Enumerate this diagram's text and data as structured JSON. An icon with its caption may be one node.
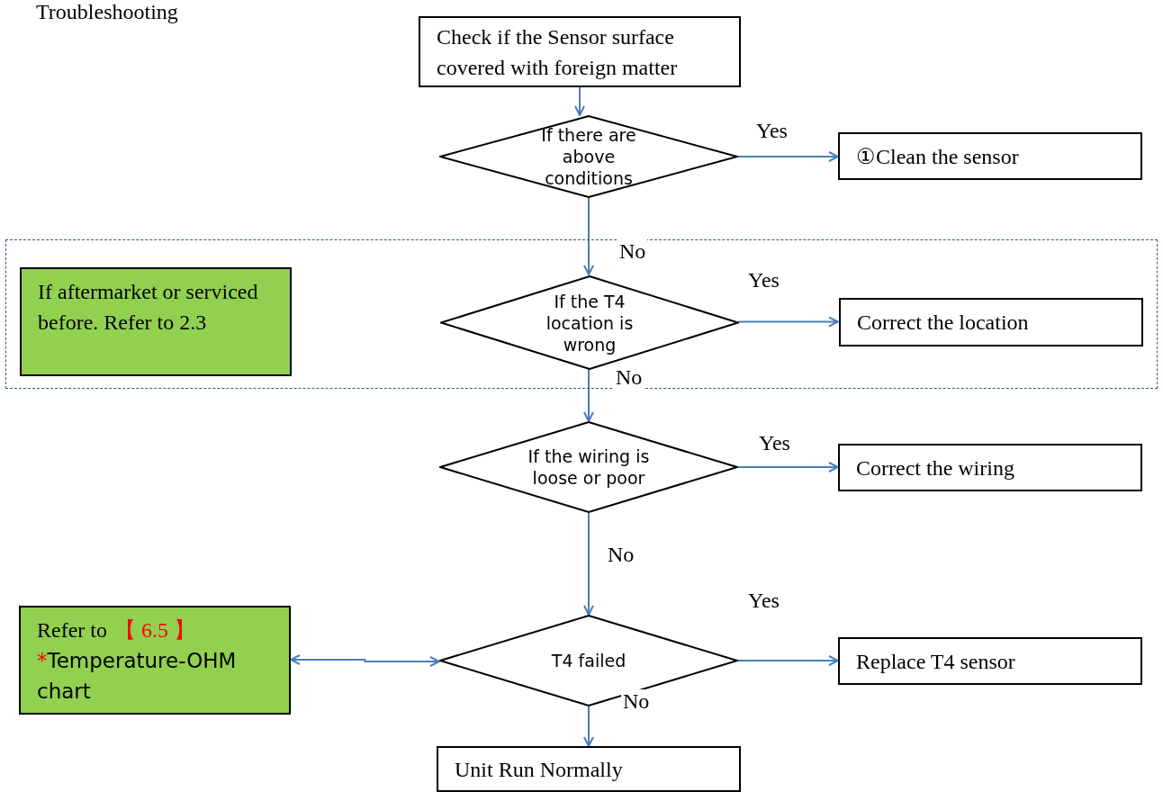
{
  "diagram": {
    "title": "Troubleshooting",
    "nodes": [
      {
        "text": [
          "Check if the Sensor surface covered with foreign matter"
        ]
      },
      {
        "text": [
          "If there are above conditions"
        ]
      },
      {
        "text": [
          "①Clean the sensor"
        ]
      },
      {
        "text": [],
        "shape": "box"
      },
      {
        "text": [
          "If aftermarket or serviced before. Refer to 2.3"
        ],
        "in": 3
      },
      {
        "text": [
          "If the T4 location is wrong"
        ],
        "in": 3
      },
      {
        "text": [
          "Correct the location"
        ],
        "in": 3
      },
      {
        "text": [
          "If the wiring is loose or poor"
        ]
      },
      {
        "text": [
          "Correct the wiring"
        ]
      },
      {
        "text": [
          "Refer to",
          "【 6.5 】",
          "*",
          "Temperature-OHM chart"
        ]
      },
      {
        "text": [
          "T4 failed"
        ]
      },
      {
        "text": [
          "Replace  T4 sensor"
        ]
      },
      {
        "text": [
          "Unit Run Normally"
        ]
      }
    ],
    "edges": [
      {
        "from": 0,
        "to": 1,
        "arrow": "to"
      },
      {
        "from": 1,
        "to": 2,
        "arrow": "to",
        "label": "Yes"
      },
      {
        "from": 1,
        "to": 5,
        "arrow": "to",
        "label": "No"
      },
      {
        "from": 5,
        "to": 6,
        "arrow": "to",
        "label": "Yes"
      },
      {
        "from": 5,
        "to": 7,
        "arrow": "to",
        "label": "No"
      },
      {
        "from": 7,
        "to": 8,
        "arrow": "to",
        "label": "Yes"
      },
      {
        "from": 7,
        "to": 10,
        "arrow": "to",
        "label": "No"
      },
      {
        "from": 10,
        "to": 11,
        "arrow": "to",
        "label": "Yes"
      },
      {
        "from": 10,
        "to": 12,
        "arrow": "to",
        "label": "No"
      },
      {
        "from": 10,
        "to": 9,
        "arrow": "both"
      }
    ]
  }
}
